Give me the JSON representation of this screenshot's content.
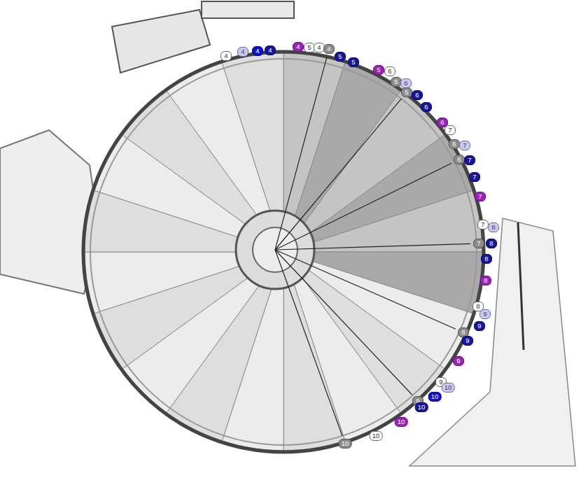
{
  "diagram": {
    "labels": [
      "4",
      "4",
      "4",
      "4",
      "4",
      "5",
      "4",
      "4",
      "5",
      "5",
      "5",
      "6",
      "5",
      "6",
      "5",
      "6",
      "6",
      "6",
      "7",
      "6",
      "7",
      "6",
      "7",
      "7",
      "7",
      "7",
      "8",
      "7",
      "8",
      "8",
      "8",
      "8",
      "9",
      "8",
      "9",
      "9",
      "9",
      "9",
      "10",
      "9",
      "10",
      "10",
      "10",
      "10",
      "10"
    ]
  }
}
